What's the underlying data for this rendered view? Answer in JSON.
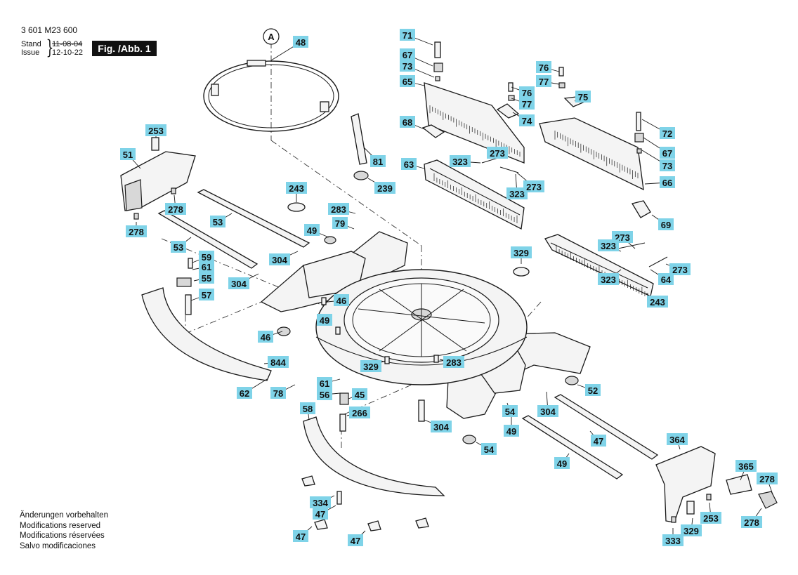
{
  "header": {
    "doc_number": "3 601 M23 600",
    "stand_label": "Stand",
    "stand_date": "11-08-04",
    "issue_label": "Issue",
    "issue_date": "12-10-22",
    "figure_label": "Fig. /Abb. 1"
  },
  "notes": [
    "Änderungen vorbehalten",
    "Modifications reserved",
    "Modifications réservées",
    "Salvo modificaciones"
  ],
  "detail_marker": "A",
  "colors": {
    "callout_fill": "#7fd3e8",
    "line": "#1a1a1a",
    "part_fill": "#f4f4f4"
  },
  "callouts": [
    "48",
    "71",
    "67",
    "73",
    "65",
    "76",
    "77",
    "76",
    "77",
    "75",
    "74",
    "68",
    "72",
    "67",
    "73",
    "66",
    "253",
    "51",
    "81",
    "323",
    "273",
    "63",
    "323",
    "273",
    "239",
    "243",
    "283",
    "79",
    "53",
    "278",
    "278",
    "49",
    "53",
    "304",
    "59",
    "61",
    "55",
    "304",
    "57",
    "69",
    "273",
    "323",
    "273",
    "323",
    "64",
    "243",
    "329",
    "46",
    "49",
    "46",
    "329",
    "283",
    "844",
    "78",
    "62",
    "61",
    "56",
    "45",
    "58",
    "266",
    "304",
    "49",
    "54",
    "54",
    "47",
    "49",
    "304",
    "52",
    "364",
    "365",
    "278",
    "253",
    "329",
    "278",
    "333",
    "334",
    "47",
    "47",
    "47"
  ]
}
